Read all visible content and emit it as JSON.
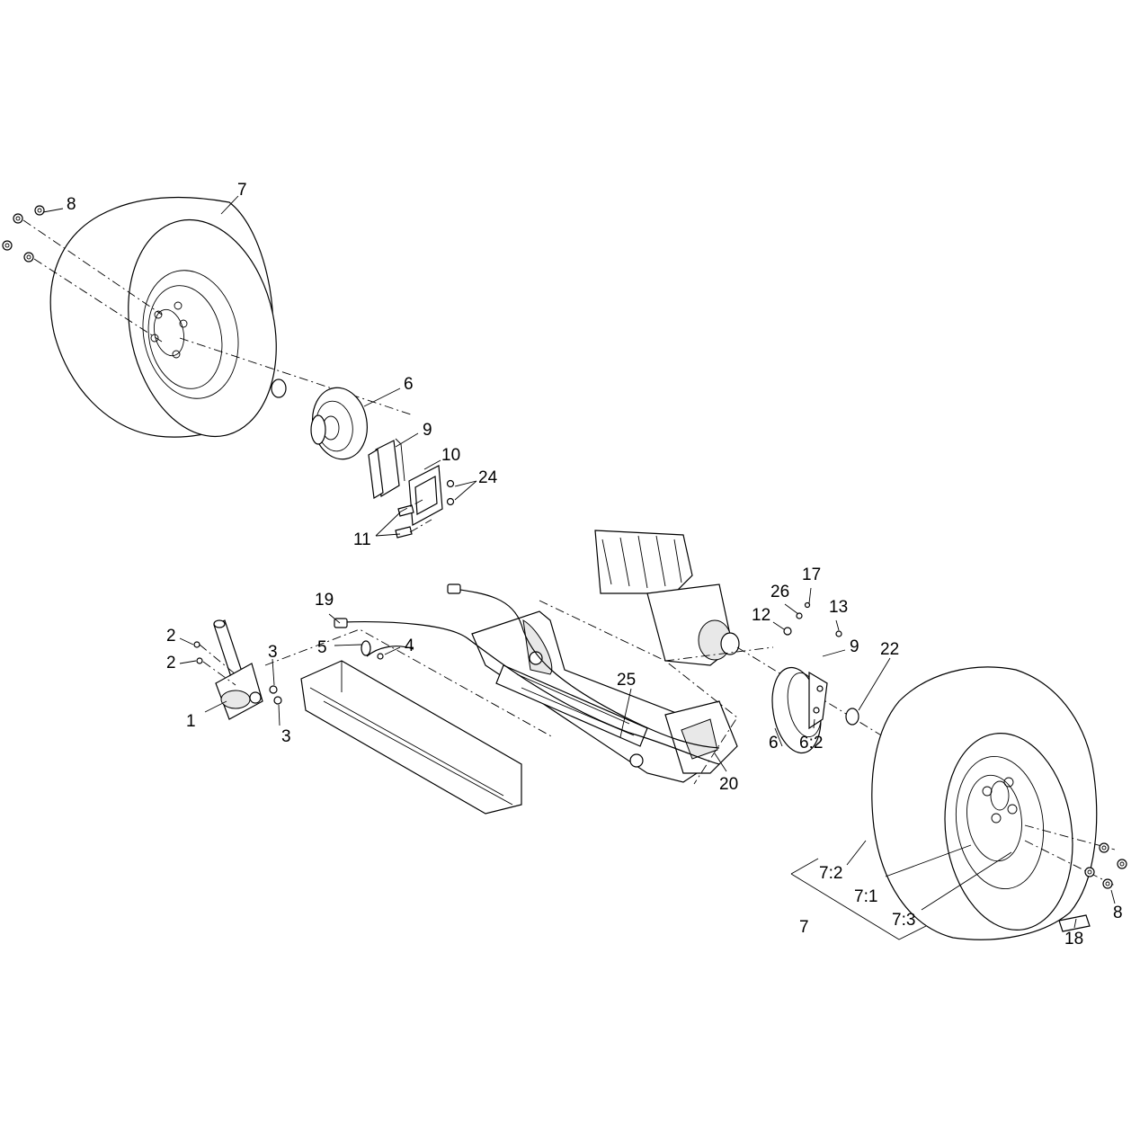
{
  "callouts": [
    {
      "id": "c-7-top",
      "text": "7"
    },
    {
      "id": "c-8-top",
      "text": "8"
    },
    {
      "id": "c-6-top",
      "text": "6"
    },
    {
      "id": "c-9-top",
      "text": "9"
    },
    {
      "id": "c-10",
      "text": "10"
    },
    {
      "id": "c-24",
      "text": "24"
    },
    {
      "id": "c-11",
      "text": "11"
    },
    {
      "id": "c-19",
      "text": "19"
    },
    {
      "id": "c-5",
      "text": "5"
    },
    {
      "id": "c-4",
      "text": "4"
    },
    {
      "id": "c-2a",
      "text": "2"
    },
    {
      "id": "c-2b",
      "text": "2"
    },
    {
      "id": "c-3a",
      "text": "3"
    },
    {
      "id": "c-3b",
      "text": "3"
    },
    {
      "id": "c-1",
      "text": "1"
    },
    {
      "id": "c-25",
      "text": "25"
    },
    {
      "id": "c-20",
      "text": "20"
    },
    {
      "id": "c-17",
      "text": "17"
    },
    {
      "id": "c-26",
      "text": "26"
    },
    {
      "id": "c-12",
      "text": "12"
    },
    {
      "id": "c-13",
      "text": "13"
    },
    {
      "id": "c-9-right",
      "text": "9"
    },
    {
      "id": "c-22",
      "text": "22"
    },
    {
      "id": "c-6-right",
      "text": "6"
    },
    {
      "id": "c-6-2",
      "text": "6:2"
    },
    {
      "id": "c-7-2",
      "text": "7:2"
    },
    {
      "id": "c-7-1",
      "text": "7:1"
    },
    {
      "id": "c-7-3",
      "text": "7:3"
    },
    {
      "id": "c-7-bottom",
      "text": "7"
    },
    {
      "id": "c-8-bottom",
      "text": "8"
    },
    {
      "id": "c-18",
      "text": "18"
    }
  ]
}
